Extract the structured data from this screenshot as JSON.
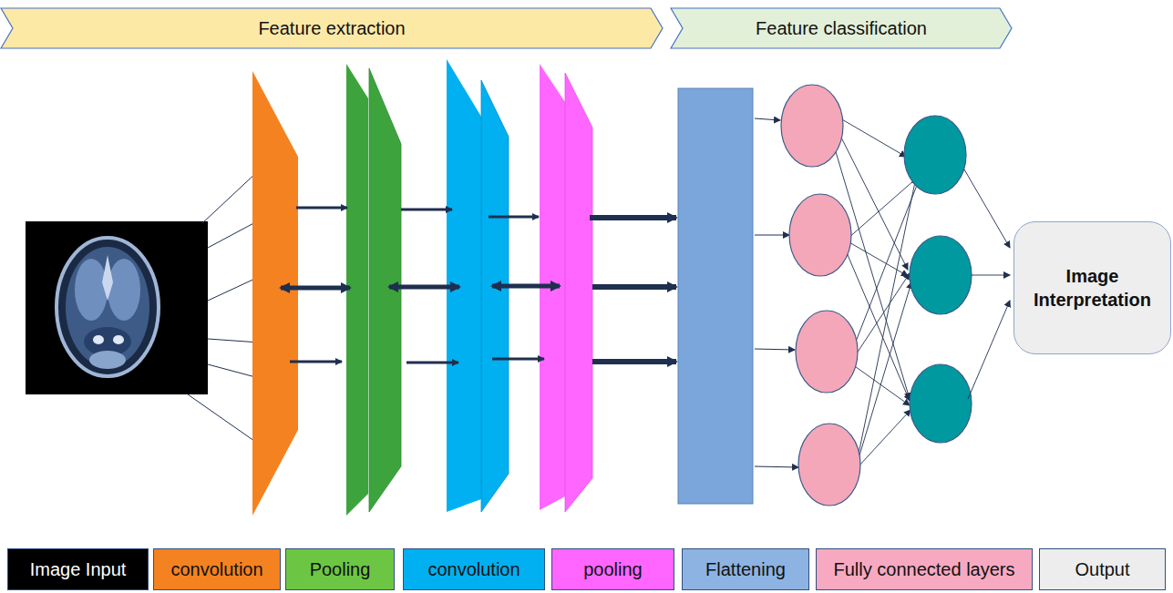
{
  "diagram": {
    "nodes": [
      {
        "text": [
          "Feature extraction"
        ]
      },
      {
        "text": [
          "Feature classification"
        ]
      },
      {
        "text": [
          "Image Interpretation"
        ]
      }
    ],
    "legend": [
      {
        "text": "Image Input",
        "color": "#000000"
      },
      {
        "text": "convolution",
        "color": "#f58220"
      },
      {
        "text": "Pooling",
        "color": "#6cc644"
      },
      {
        "text": "convolution",
        "color": "#00b0f0"
      },
      {
        "text": "pooling",
        "color": "#ff66ff"
      },
      {
        "text": "Flattening",
        "color": "#8db3e2"
      },
      {
        "text": "Fully connected layers",
        "color": "#f8a9c2"
      },
      {
        "text": "Output",
        "color": "#ededed"
      }
    ]
  }
}
